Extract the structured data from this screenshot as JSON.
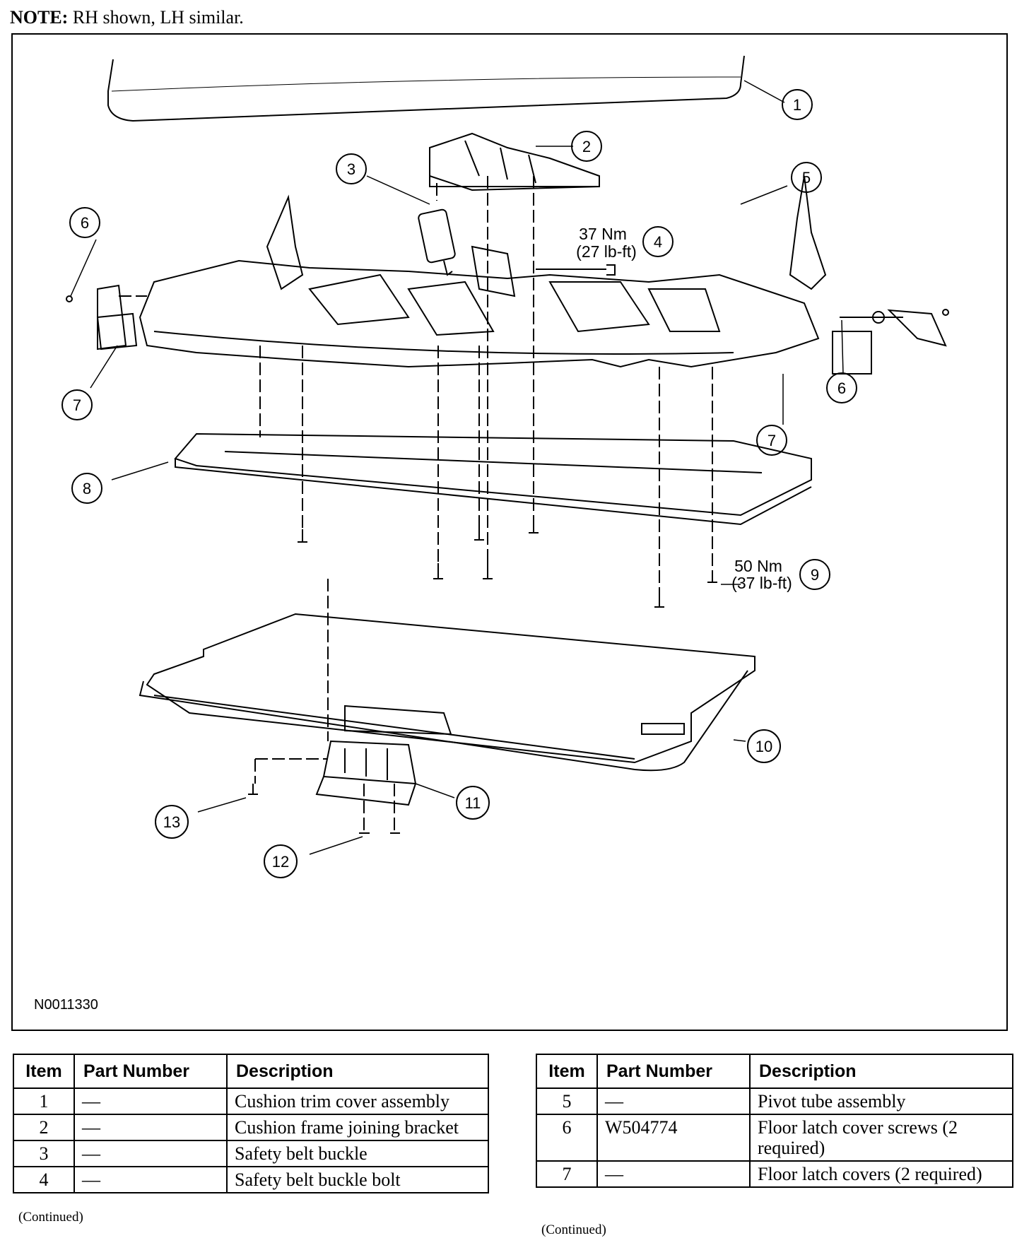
{
  "note": {
    "prefix": "NOTE:",
    "text": " RH shown, LH similar."
  },
  "figure": {
    "id": "N0011330",
    "callouts": [
      "1",
      "2",
      "3",
      "4",
      "5",
      "6",
      "6",
      "7",
      "7",
      "8",
      "9",
      "10",
      "11",
      "12",
      "13"
    ],
    "torque_4": {
      "nm": "37 Nm",
      "lbft": "(27 lb-ft)"
    },
    "torque_9": {
      "nm": "50 Nm",
      "lbft": "(37 lb-ft)"
    }
  },
  "table_headers": [
    "Item",
    "Part Number",
    "Description"
  ],
  "table_left": [
    {
      "item": "1",
      "part": "—",
      "desc": "Cushion trim cover assembly"
    },
    {
      "item": "2",
      "part": "—",
      "desc": "Cushion frame joining bracket"
    },
    {
      "item": "3",
      "part": "—",
      "desc": "Safety belt buckle"
    },
    {
      "item": "4",
      "part": "—",
      "desc": "Safety belt buckle bolt"
    }
  ],
  "table_right": [
    {
      "item": "5",
      "part": "—",
      "desc": "Pivot tube assembly"
    },
    {
      "item": "6",
      "part": "W504774",
      "desc": "Floor latch cover screws (2 required)"
    },
    {
      "item": "7",
      "part": "—",
      "desc": "Floor latch covers (2 required)"
    }
  ],
  "continued": "(Continued)"
}
